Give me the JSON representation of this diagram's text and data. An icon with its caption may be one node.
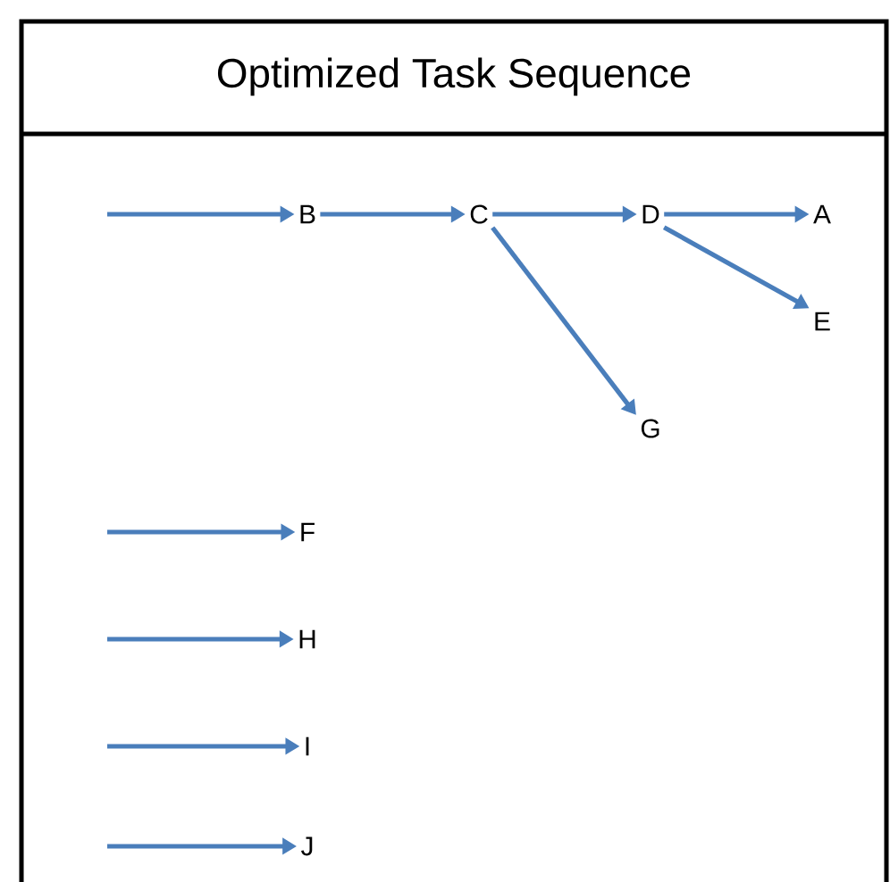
{
  "diagram": {
    "title": "Optimized Task Sequence",
    "nodes": [
      {
        "text": [
          "B"
        ]
      },
      {
        "text": [
          "C"
        ]
      },
      {
        "text": [
          "D"
        ]
      },
      {
        "text": [
          "A"
        ]
      },
      {
        "text": [
          "E"
        ]
      },
      {
        "text": [
          "G"
        ]
      },
      {
        "text": [
          "F"
        ]
      },
      {
        "text": [
          "H"
        ]
      },
      {
        "text": [
          "I"
        ]
      },
      {
        "text": [
          "J"
        ]
      }
    ],
    "edges": [
      {
        "from": null,
        "to": 0,
        "arrow": "to"
      },
      {
        "from": 0,
        "to": 1,
        "arrow": "to"
      },
      {
        "from": 1,
        "to": 2,
        "arrow": "to"
      },
      {
        "from": 2,
        "to": 3,
        "arrow": "to"
      },
      {
        "from": 2,
        "to": 4,
        "arrow": "to"
      },
      {
        "from": 1,
        "to": 5,
        "arrow": "to"
      },
      {
        "from": null,
        "to": 6,
        "arrow": "to"
      },
      {
        "from": null,
        "to": 7,
        "arrow": "to"
      },
      {
        "from": null,
        "to": 8,
        "arrow": "to"
      },
      {
        "from": null,
        "to": 9,
        "arrow": "to"
      }
    ]
  }
}
